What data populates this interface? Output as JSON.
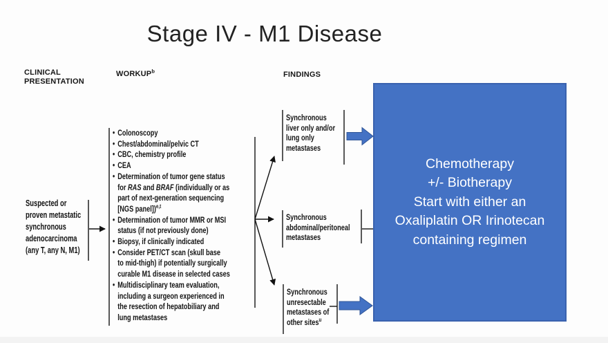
{
  "title": "Stage IV - M1 Disease",
  "colors": {
    "flow_blue": "#4472C4",
    "flow_blue_border": "#2F5597",
    "treatment_box_fill": "#4472C4",
    "treatment_box_border": "#3A62AE",
    "line_black": "#111111",
    "text_dark": "#1a1a1a",
    "treatment_text": "#ffffff"
  },
  "headers": {
    "clinical_presentation": "CLINICAL\nPRESENTATION",
    "workup": "WORKUP^b^",
    "findings": "FINDINGS"
  },
  "clinical_presentation_box": {
    "text": "Suspected or\nproven metastatic\nsynchronous\nadenocarcinoma\n(any T, any N, M1)"
  },
  "workup_box": {
    "bullet": "•",
    "items": [
      {
        "text": "Colonoscopy"
      },
      {
        "text": "Chest/abdominal/pelvic CT"
      },
      {
        "text": "CBC, chemistry profile"
      },
      {
        "text": "CEA"
      },
      {
        "text": "Determination of tumor gene status\nfor *RAS* and *BRAF* (individually or as\npart of next-generation sequencing\n[NGS panel])^e,t^"
      },
      {
        "text": "Determination of tumor MMR or MSI\nstatus (if not previously done)"
      },
      {
        "text": "Biopsy, if clinically indicated"
      },
      {
        "text": "Consider PET/CT scan (skull base\nto mid-thigh) if potentially surgically\ncurable M1 disease in selected cases"
      },
      {
        "text": "Multidisciplinary team evaluation,\nincluding a surgeon experienced in\nthe resection of hepatobiliary and\nlung metastases"
      }
    ]
  },
  "findings_boxes": [
    {
      "text": "Synchronous\nliver only and/or\nlung only\nmetastases"
    },
    {
      "text": "Synchronous\nabdominal/peritoneal\nmetastases"
    },
    {
      "text": "Synchronous\nunresectable\nmetastases of\nother sites^u^"
    }
  ],
  "treatment_box": {
    "text": "Chemotherapy\n+/- Biotherapy\nStart with either an\nOxaliplatin OR Irinotecan\ncontaining regimen"
  }
}
